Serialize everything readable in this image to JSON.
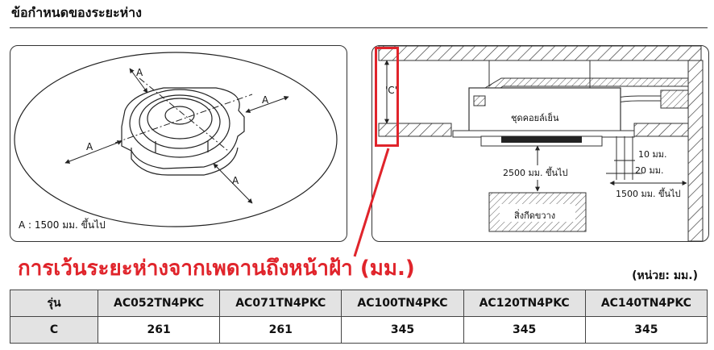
{
  "heading": "ข้อกำหนดของระยะห่าง",
  "left_panel": {
    "label_a": "A",
    "note": "A : 1500 มม. ขึ้นไป"
  },
  "right_panel": {
    "label_c": "'C'",
    "indoor_unit": "ชุดคอยล์เย็น",
    "floor_clearance": "2500 มม. ขึ้นไป",
    "obstacle": "สิ่งกีดขวาง",
    "dim_10": "10 มม.",
    "dim_20": "20 มม.",
    "dim_1500": "1500 มม. ขึ้นไป"
  },
  "caption": "การเว้นระยะห่างจากเพดานถึงหน้าฝ้า (มม.)",
  "unit": "(หน่วย: มม.)",
  "table": {
    "row_header": "รุ่น",
    "models": [
      "AC052TN4PKC",
      "AC071TN4PKC",
      "AC100TN4PKC",
      "AC120TN4PKC",
      "AC140TN4PKC"
    ],
    "row_label": "C",
    "values": [
      "261",
      "261",
      "345",
      "345",
      "345"
    ]
  },
  "colors": {
    "accent_red": "#e0242b",
    "header_gray": "#e3e3e3"
  }
}
